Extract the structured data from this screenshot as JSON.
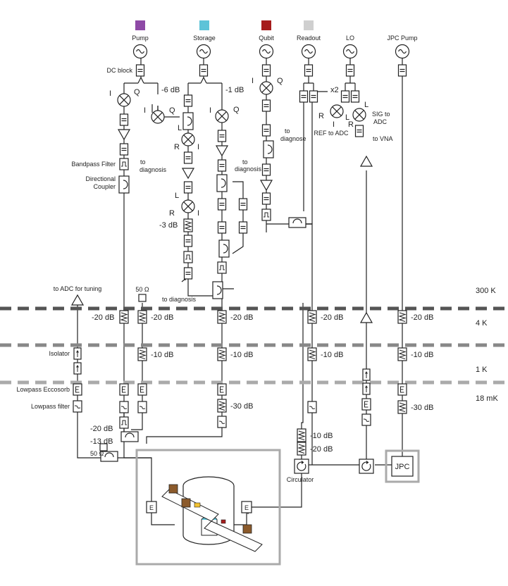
{
  "colors": {
    "pump": "#8e4aa6",
    "storage": "#5ec3d8",
    "qubit": "#a61c1c",
    "readout": "#cfcfcf",
    "stage_300K": "#555555",
    "stage_4K": "#888888",
    "stage_1K": "#aaaaaa",
    "frame": "#aaaaaa"
  },
  "lines": {
    "pump": "Pump",
    "storage": "Storage",
    "qubit": "Qubit",
    "readout": "Readout",
    "lo": "LO",
    "jpc_pump": "JPC Pump"
  },
  "labels": {
    "dc_block": "DC block",
    "bandpass": "Bandpass Filter",
    "dir_coupler_1": "Directional",
    "dir_coupler_2": "Coupler",
    "to_diagnosis": "to",
    "to_diagnosis2": "diagnosis",
    "to_diagnose": "to",
    "to_diagnose2": "diagnose",
    "to_diagnosis_bottom": "to diagnosis",
    "to_vna": "to VNA",
    "sig_adc_1": "SIG to",
    "sig_adc_2": "ADC",
    "ref_adc": "REF to ADC",
    "x2": "x2",
    "to_adc_tuning": "to ADC for tuning",
    "isolator": "Isolator",
    "lowpass_eccosorb": "Lowpass Eccosorb",
    "lowpass_filter": "Lowpass filter",
    "fifty_ohm_top": "50 Ω",
    "fifty_ohm_bottom": "50 Ω",
    "circulator": "Circulator",
    "jpc": "JPC",
    "I": "I",
    "Q": "Q",
    "L": "L",
    "R": "R",
    "E": "E"
  },
  "attenuations": {
    "pump_6": "-6 dB",
    "storage_1": "-1 dB",
    "mid_3": "-3 dB",
    "a_4K_1": "-20 dB",
    "a_4K_2": "-20 dB",
    "a_4K_3": "-20 dB",
    "a_4K_4": "-20 dB",
    "a_4K_5": "-20 dB",
    "a_1K_1": "-10 dB",
    "a_1K_2": "-10 dB",
    "a_1K_3": "-10 dB",
    "a_1K_4": "-10 dB",
    "a_18_storage": "-30 dB",
    "a_18_jpc": "-30 dB",
    "a_18_pump_20": "-20 dB",
    "a_18_pump_13": "-13 dB",
    "a_18_read_10": "-10 dB",
    "a_18_read_20": "-20 dB"
  },
  "stages": {
    "s300": "300 K",
    "s4": "4 K",
    "s1": "1 K",
    "s18": "18 mK"
  }
}
